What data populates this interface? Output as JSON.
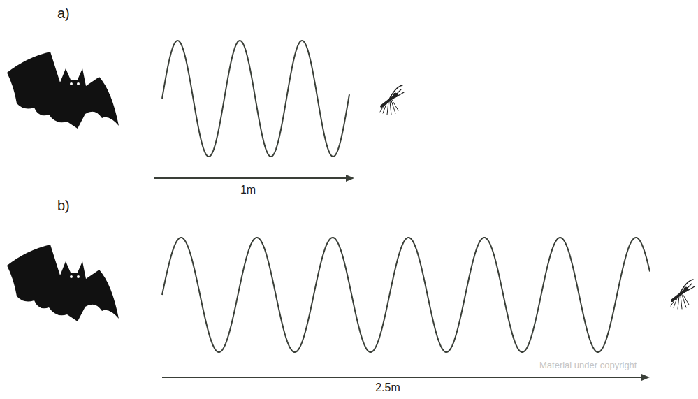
{
  "diagram": {
    "labels": [
      "a)",
      "b)",
      "1m",
      "2.5m",
      "Material under copyright"
    ]
  }
}
